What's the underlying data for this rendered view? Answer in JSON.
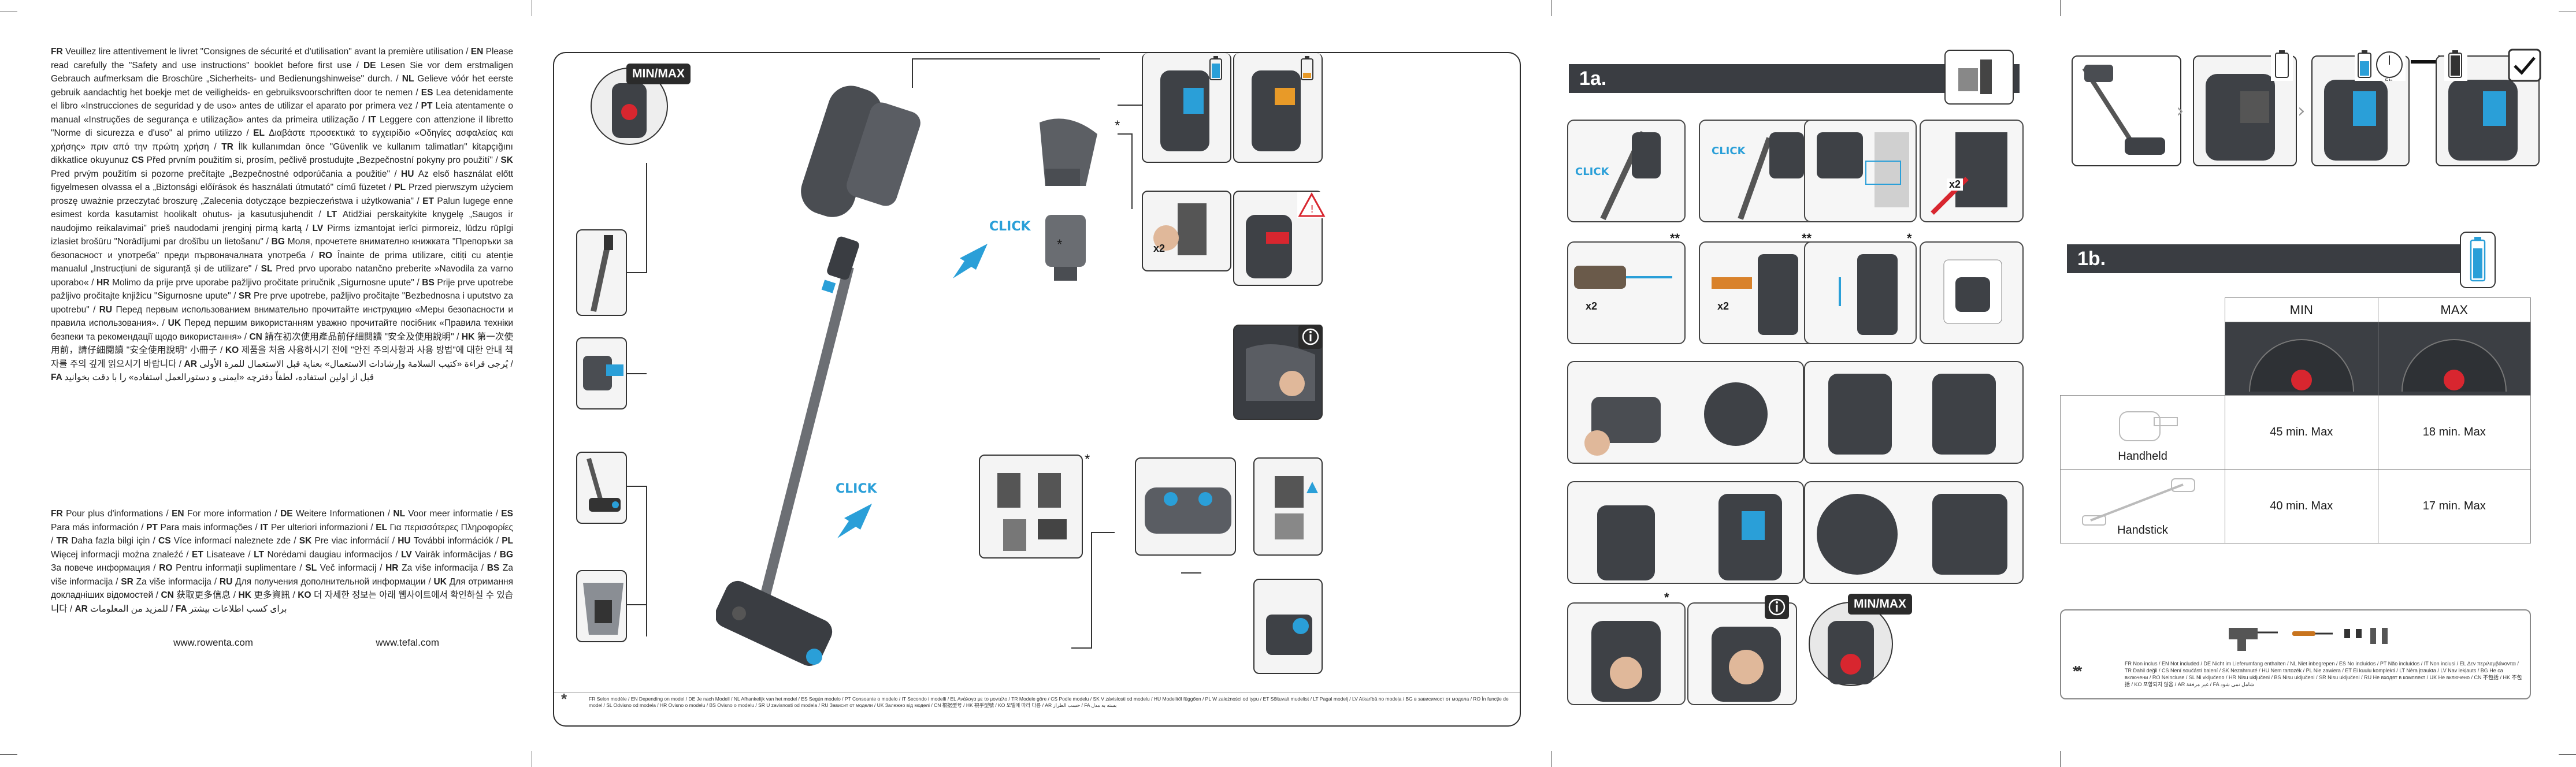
{
  "page": {
    "text_left": [
      {
        "code": "FR",
        "text": "Veuillez lire attentivement le livret \"Consignes de sécurité et d'utilisation\" avant la première utilisation / "
      },
      {
        "code": "EN",
        "text": "Please read carefully the \"Safety and use instructions\" booklet before first use / "
      },
      {
        "code": "DE",
        "text": "Lesen Sie vor dem erstmaligen Gebrauch aufmerksam die Broschüre „Sicherheits- und Bedienungshinweise\" durch. / "
      },
      {
        "code": "NL",
        "text": "Gelieve vóór het eerste gebruik aandachtig het boekje met de veiligheids- en gebruiksvoorschriften door te nemen / "
      },
      {
        "code": "ES",
        "text": "Lea detenidamente el libro «Instrucciones de seguridad y de uso» antes de utilizar el aparato por primera vez / "
      },
      {
        "code": "PT",
        "text": "Leia atentamente o manual «Instruções de segurança e utilização» antes da primeira utilização / "
      },
      {
        "code": "IT",
        "text": "Leggere con attenzione il libretto \"Norme di sicurezza e d'uso\" al primo utilizzo / "
      },
      {
        "code": "EL",
        "text": "Διαβάστε προσεκτικά το εγχειρίδιο «Οδηγίες ασφαλείας και χρήσης» πριν από την πρώτη χρήση / "
      },
      {
        "code": "TR",
        "text": "İlk kullanımdan önce \"Güvenlik ve kullanım talimatları\" kitapçığını dikkatlice okuyunuz "
      },
      {
        "code": "CS",
        "text": "Před prvním použitím si, prosím, pečlivě prostudujte „Bezpečnostní pokyny pro použití\" / "
      },
      {
        "code": "SK",
        "text": "Pred prvým použitím si pozorne prečítajte „Bezpečnostné odporúčania a použitie\" / "
      },
      {
        "code": "HU",
        "text": "Az első használat előtt figyelmesen olvassa el a „Biztonsági előírások és használati útmutató\" című füzetet / "
      },
      {
        "code": "PL",
        "text": "Przed pierwszym użyciem proszę uważnie przeczytać broszurę „Zalecenia dotyczące bezpieczeństwa i użytkowania\" / "
      },
      {
        "code": "ET",
        "text": "Palun lugege enne esimest korda kasutamist hoolikalt ohutus- ja kasutusjuhendit / "
      },
      {
        "code": "LT",
        "text": "Atidžiai perskaitykite knygelę „Saugos ir naudojimo reikalavimai\" prieš naudodami įrenginį pirmą kartą / "
      },
      {
        "code": "LV",
        "text": "Pirms izmantojat ierīci pirmoreiz, lūdzu rūpīgi izlasiet brošūru \"Norādījumi par drošību un lietošanu\" / "
      },
      {
        "code": "BG",
        "text": "Моля, прочетете внимателно книжката \"Препоръки за безопасност и употреба\" преди първоначалната употреба / "
      },
      {
        "code": "RO",
        "text": "Înainte de prima utilizare, citiți cu atenție manualul „Instrucțiuni de siguranță și de utilizare\" / "
      },
      {
        "code": "SL",
        "text": "Pred prvo uporabo natančno preberite »Navodila za varno uporabo« / "
      },
      {
        "code": "HR",
        "text": "Molimo da prije prve uporabe pažljivo pročitate priručnik „Sigurnosne upute\" / "
      },
      {
        "code": "BS",
        "text": "Prije prve upotrebe pažljivo pročitajte knjižicu \"Sigurnosne upute\" / "
      },
      {
        "code": "SR",
        "text": "Pre prve upotrebe, pažljivo pročitajte \"Bezbednosna i uputstvo za upotrebu\" / "
      },
      {
        "code": "RU",
        "text": "Перед первым использованием внимательно прочитайте инструкцию «Меры безопасности и правила использования». / "
      },
      {
        "code": "UK",
        "text": "Перед першим використанням уважно прочитайте посібник «Правила техніки безпеки та рекомендації щодо використання» / "
      },
      {
        "code": "CN",
        "text": "請在初次使用產品前仔細閱讀 \"安全及使用說明\" / "
      },
      {
        "code": "HK",
        "text": "第一次使用前，請仔細閱讀 \"安全使用說明\" 小冊子 / "
      },
      {
        "code": "KO",
        "text": "제품을 처음 사용하시기 전에 \"안전 주의사항과 사용 방법\"에 대한 안내 책자를 주의 깊게 읽으시기 바랍니다 / "
      },
      {
        "code": "AR",
        "text": "يُرجى قراءة «كتيب السلامة وإرشادات الاستعمال» بعناية قبل الاستعمال للمرة الأولى / "
      },
      {
        "code": "FA",
        "text": "قبل از اولین استفاده، لطفاً دفترچه «ایمنی و دستورالعمل استفاده» را با دقت بخوانید"
      }
    ],
    "text_left_more": [
      {
        "code": "FR",
        "text": "Pour plus d'informations / "
      },
      {
        "code": "EN",
        "text": "For more information / "
      },
      {
        "code": "DE",
        "text": "Weitere Informationen / "
      },
      {
        "code": "NL",
        "text": "Voor meer informatie / "
      },
      {
        "code": "ES",
        "text": "Para más información / "
      },
      {
        "code": "PT",
        "text": "Para mais informações / "
      },
      {
        "code": "IT",
        "text": "Per ulteriori informazioni / "
      },
      {
        "code": "EL",
        "text": "Για περισσότερες Πληροφορίες / "
      },
      {
        "code": "TR",
        "text": "Daha fazla bilgi için / "
      },
      {
        "code": "CS",
        "text": "Více informací naleznete zde / "
      },
      {
        "code": "SK",
        "text": "Pre viac informácií / "
      },
      {
        "code": "HU",
        "text": "További információk / "
      },
      {
        "code": "PL",
        "text": "Więcej informacji można znaleźć / "
      },
      {
        "code": "ET",
        "text": "Lisateave / "
      },
      {
        "code": "LT",
        "text": "Norėdami daugiau informacijos / "
      },
      {
        "code": "LV",
        "text": "Vairāk informācijas / "
      },
      {
        "code": "BG",
        "text": "За повече информация / "
      },
      {
        "code": "RO",
        "text": "Pentru informații suplimentare / "
      },
      {
        "code": "SL",
        "text": "Več informacij / "
      },
      {
        "code": "HR",
        "text": "Za više informacija / "
      },
      {
        "code": "BS",
        "text": "Za više informacija / "
      },
      {
        "code": "SR",
        "text": "Za više informacija / "
      },
      {
        "code": "RU",
        "text": "Для получения дополнительной информации / "
      },
      {
        "code": "UK",
        "text": "Для отримання докладніших відомостей / "
      },
      {
        "code": "CN",
        "text": "获取更多信息 / "
      },
      {
        "code": "HK",
        "text": "更多資訊 / "
      },
      {
        "code": "KO",
        "text": "더 자세한 정보는 아래 웹사이트에서 확인하실 수 있습니다 / "
      },
      {
        "code": "AR",
        "text": "للمزيد من المعلومات / "
      },
      {
        "code": "FA",
        "text": "برای کسب اطلاعات بیشتر"
      }
    ],
    "urls": [
      "www.rowenta.com",
      "www.tefal.com"
    ]
  },
  "assembly": {
    "click_label": "CLICK",
    "minmax": "MIN/MAX",
    "star": "*",
    "x2": "x2",
    "info_icon": "info-icon",
    "warning_icon": "warning-icon",
    "footnote": "FR Selon modèle / EN Depending on model / DE Je nach Modell / NL Afhankelijk van het model / ES Según modelo / PT Consoante o modelo / IT Secondo i modelli / EL Ανάλογα με το μοντέλο / TR Modele göre / CS Podle modelu / SK V závislosti od modelu / HU Modelltől függően / PL W zależności od typu / ET Sõltuvalt mudelist / LT Pagal modelį / LV Atkarībā no modeļa / BG в зависимост от модела / RO În funcție de model / SL Odvisno od modela / HR Ovisno o modelu / BS Ovisno o modelu / SR U zavisnosti od modela / RU Зависит от модели / UK Залежно від моделі / CN 根据型号 / HK 視乎型號 / KO 모델에 따라 다름 / AR حسب الطراز / FA بسته به مدل"
  },
  "section_1a": {
    "title": "1a.",
    "click_label": "CLICK",
    "x2": "x2",
    "stars": [
      "**",
      "**",
      "*",
      "*"
    ],
    "minmax": "MIN/MAX"
  },
  "section_1b": {
    "title": "1b.",
    "columns": [
      "MIN",
      "MAX"
    ],
    "rows": [
      {
        "label": "Handheld",
        "min": "45 min. Max",
        "max": "18 min. Max"
      },
      {
        "label": "Handstick",
        "min": "40 min. Max",
        "max": "17 min. Max"
      }
    ],
    "note_stars": "**",
    "note": "FR Non inclus / EN Not included / DE Nicht im Lieferumfang enthalten / NL Niet inbegrepen / ES No incluidos / PT Não incluídos / IT Non inclusi / EL Δεν περιλαμβάνονται / TR Dahil değil / CS Není součástí balení / SK Nezahrnuté / HU Nem tartozék / PL Nie zawiera / ET Ei kuulu komplekti / LT Nėra įtraukta / LV Nav iekļauts / BG Не са включени / RO Neincluse / SL Ni vključeno / HR Nisu uključeni / BS Nisu uključeni / SR Nisu uključeni / RU Не входят в комплект / UK Не включено / CN 不包括 / HK 不包括 / KO 포함되지 않음 / AR غير مرفقة / FA شامل نمی شود"
  },
  "colors": {
    "accent_blue": "#2a9fd8",
    "dark_grey": "#3a3d42",
    "red": "#d8262f"
  }
}
